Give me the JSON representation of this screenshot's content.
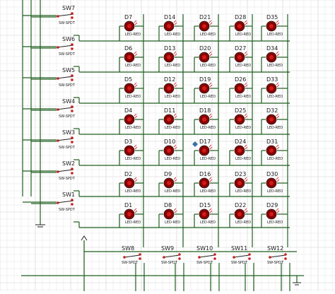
{
  "colors": {
    "grid_minor": "#e6e6e6",
    "grid_major": "#cfcfcf",
    "wire": "#1f5e1f",
    "led_body": "#8b0000",
    "led_core": "#d11a1a",
    "switch_pin": "#c81e1e",
    "ink": "#1a1a1a"
  },
  "led_subtitle": "LED-RED",
  "switch_subtitle": "SW-SPDT",
  "led_columns": [
    [
      "D7",
      "D6",
      "D5",
      "D4",
      "D3",
      "D2",
      "D1"
    ],
    [
      "D14",
      "D13",
      "D12",
      "D11",
      "D10",
      "D9",
      "D8"
    ],
    [
      "D21",
      "D20",
      "D19",
      "D18",
      "D17",
      "D16",
      "D15"
    ],
    [
      "D28",
      "D27",
      "D26",
      "D25",
      "D24",
      "D23",
      "D22"
    ],
    [
      "D35",
      "D34",
      "D33",
      "D32",
      "D31",
      "D30",
      "D29"
    ]
  ],
  "row_switches": [
    "SW7",
    "SW6",
    "SW5",
    "SW4",
    "SW3",
    "SW2",
    "SW1"
  ],
  "column_switches": [
    "SW8",
    "SW9",
    "SW10",
    "SW11",
    "SW12"
  ]
}
